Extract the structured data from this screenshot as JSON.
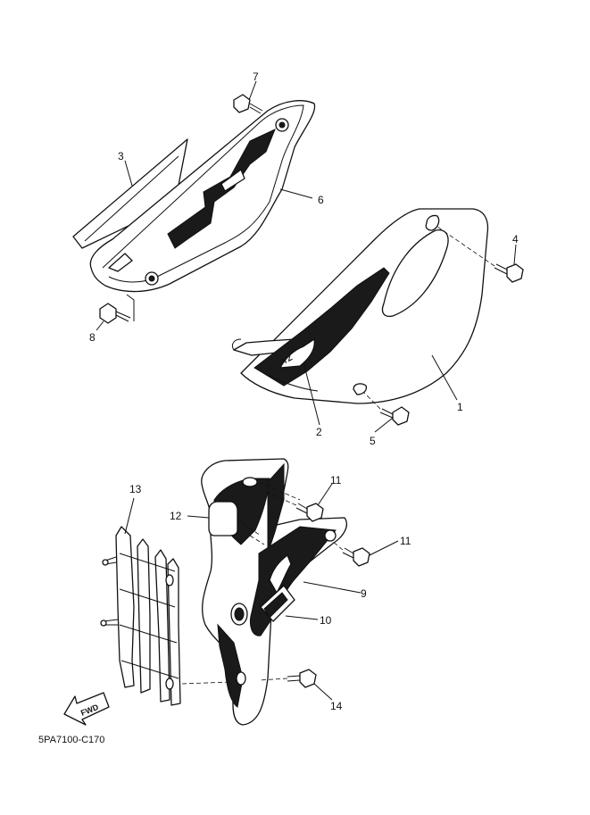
{
  "diagram": {
    "code": "5PA7100-C170",
    "fwd_label": "FWD",
    "callouts": [
      "1",
      "2",
      "3",
      "4",
      "5",
      "6",
      "7",
      "8",
      "9",
      "10",
      "11",
      "11",
      "12",
      "13",
      "14"
    ],
    "logo_text": "YZ"
  }
}
